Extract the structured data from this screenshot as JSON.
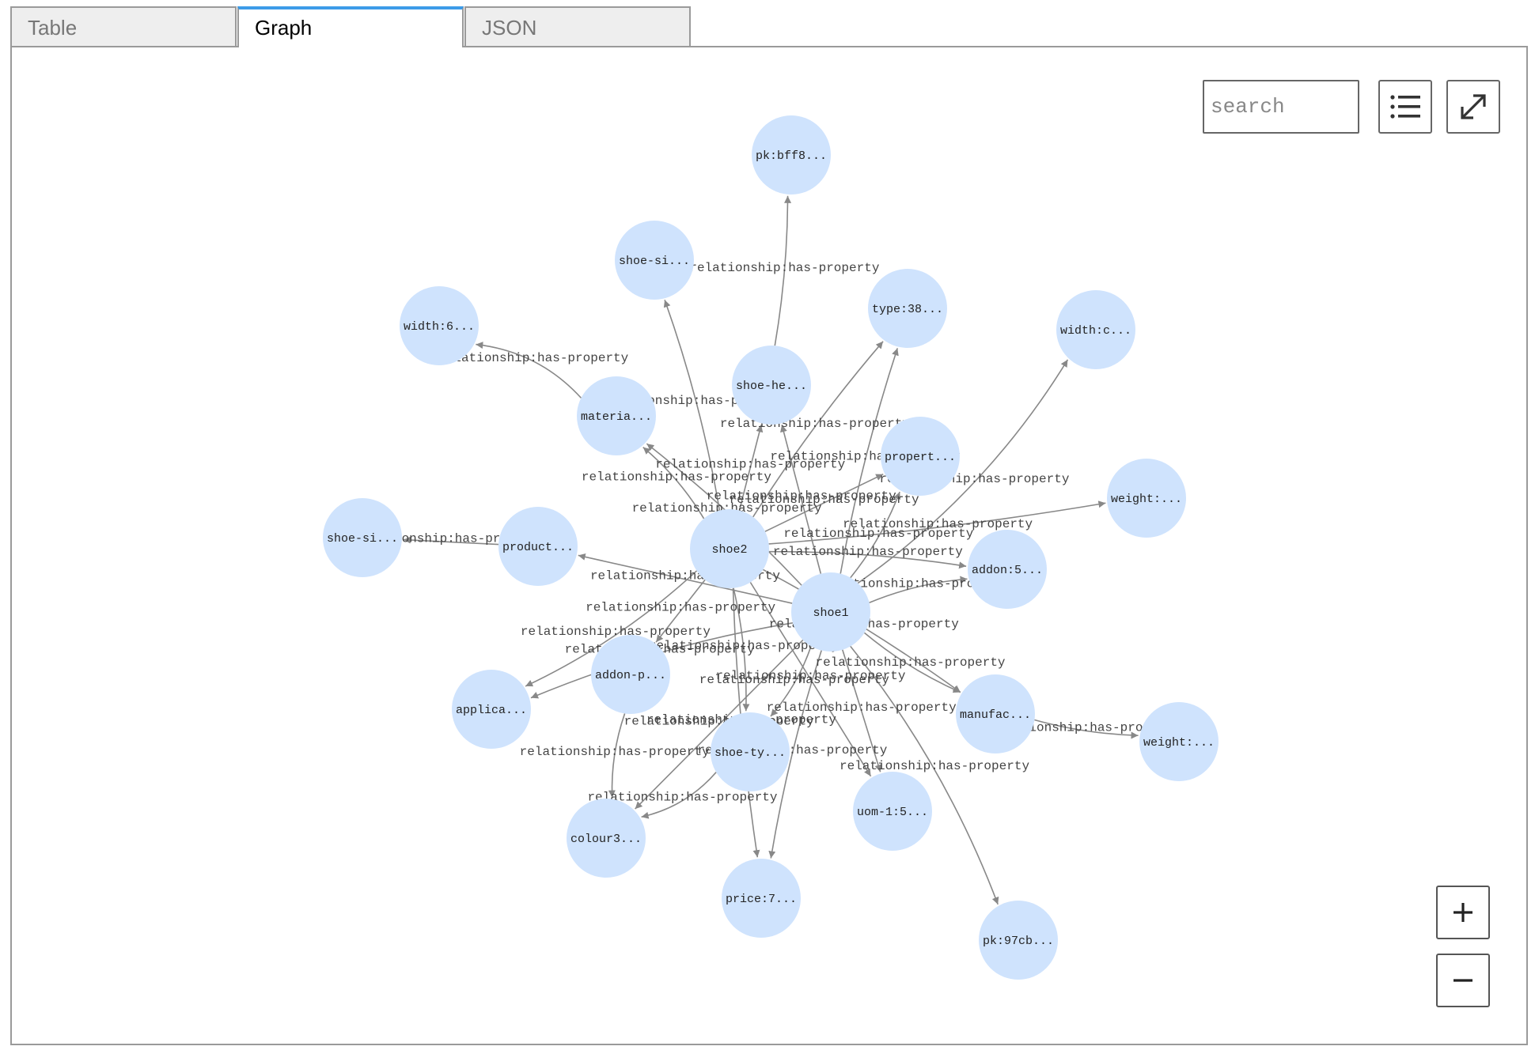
{
  "tabs": [
    {
      "label": "Table",
      "active": false
    },
    {
      "label": "Graph",
      "active": true
    },
    {
      "label": "JSON",
      "active": false
    }
  ],
  "toolbar": {
    "search_placeholder": "search",
    "list_icon": "list-icon",
    "fullscreen_icon": "expand-icon"
  },
  "zoom": {
    "in_icon": "plus-icon",
    "out_icon": "minus-icon"
  },
  "colors": {
    "node_fill": "#cfe3fd",
    "edge": "#888888",
    "edge_label": "#444444",
    "active_tab_accent": "#3c9be8"
  },
  "graph": {
    "nodes": [
      {
        "id": "shoe2",
        "label": "shoe2"
      },
      {
        "id": "shoe1",
        "label": "shoe1"
      },
      {
        "id": "pk1",
        "label": "pk:bff8..."
      },
      {
        "id": "shoesi1",
        "label": "shoe-si..."
      },
      {
        "id": "type",
        "label": "type:38..."
      },
      {
        "id": "widthc",
        "label": "width:c..."
      },
      {
        "id": "width6",
        "label": "width:6..."
      },
      {
        "id": "shoehe",
        "label": "shoe-he..."
      },
      {
        "id": "materia",
        "label": "materia..."
      },
      {
        "id": "propert",
        "label": "propert..."
      },
      {
        "id": "weight1",
        "label": "weight:..."
      },
      {
        "id": "shoesi2",
        "label": "shoe-si..."
      },
      {
        "id": "product",
        "label": "product..."
      },
      {
        "id": "addon5",
        "label": "addon:5..."
      },
      {
        "id": "addonp",
        "label": "addon-p..."
      },
      {
        "id": "applica",
        "label": "applica..."
      },
      {
        "id": "manufac",
        "label": "manufac..."
      },
      {
        "id": "weight2",
        "label": "weight:..."
      },
      {
        "id": "shoety",
        "label": "shoe-ty..."
      },
      {
        "id": "uom",
        "label": "uom-1:5..."
      },
      {
        "id": "colour",
        "label": "colour3..."
      },
      {
        "id": "price",
        "label": "price:7..."
      },
      {
        "id": "pk2",
        "label": "pk:97cb..."
      }
    ],
    "edge_label": "relationship:has-property",
    "edges": [
      {
        "from": "shoe2",
        "to": "shoesi1"
      },
      {
        "from": "shoe2",
        "to": "shoehe"
      },
      {
        "from": "shoe2",
        "to": "materia"
      },
      {
        "from": "shoe2",
        "to": "type"
      },
      {
        "from": "shoe2",
        "to": "propert"
      },
      {
        "from": "shoe2",
        "to": "weight1"
      },
      {
        "from": "shoe2",
        "to": "addon5"
      },
      {
        "from": "shoe2",
        "to": "addonp"
      },
      {
        "from": "shoe2",
        "to": "applica"
      },
      {
        "from": "shoe2",
        "to": "shoety"
      },
      {
        "from": "shoe2",
        "to": "uom"
      },
      {
        "from": "shoe2",
        "to": "price"
      },
      {
        "from": "shoe2",
        "to": "manufac"
      },
      {
        "from": "shoe1",
        "to": "shoehe"
      },
      {
        "from": "shoe1",
        "to": "materia"
      },
      {
        "from": "shoe1",
        "to": "type"
      },
      {
        "from": "shoe1",
        "to": "widthc"
      },
      {
        "from": "shoe1",
        "to": "propert"
      },
      {
        "from": "shoe1",
        "to": "addon5"
      },
      {
        "from": "shoe1",
        "to": "product"
      },
      {
        "from": "shoe1",
        "to": "applica"
      },
      {
        "from": "shoe1",
        "to": "shoety"
      },
      {
        "from": "shoe1",
        "to": "uom"
      },
      {
        "from": "shoe1",
        "to": "manufac"
      },
      {
        "from": "shoe1",
        "to": "pk2"
      },
      {
        "from": "shoe1",
        "to": "colour"
      },
      {
        "from": "shoe1",
        "to": "price"
      },
      {
        "from": "shoehe",
        "to": "pk1"
      },
      {
        "from": "materia",
        "to": "width6"
      },
      {
        "from": "product",
        "to": "shoesi2"
      },
      {
        "from": "addonp",
        "to": "colour"
      },
      {
        "from": "shoety",
        "to": "colour"
      },
      {
        "from": "manufac",
        "to": "weight2"
      }
    ]
  }
}
